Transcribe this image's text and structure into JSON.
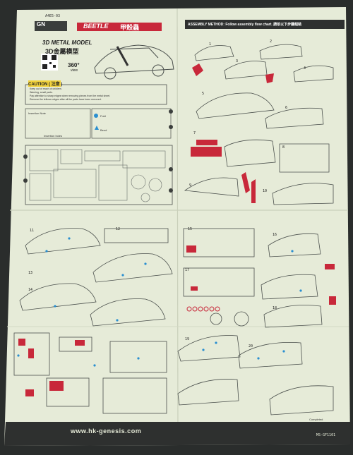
{
  "sheet": {
    "top_code": "A4E5-03",
    "brand": "Beetle",
    "brand_cn": "甲殼蟲",
    "subtitle": "3D METAL MODEL",
    "subtitle_cn": "3D金屬模型",
    "badge": "360°",
    "badge_sub": "view",
    "caution_title": "CAUTION",
    "caution_cn": "注意",
    "caution_lines": [
      "Keep out of reach of children.",
      "Warning, small parts.",
      "Pay attention to sharp edges when removing pieces from the metal sheet.",
      "Remove the leftover edges after all the parts have been removed."
    ],
    "insert_label": "Insertion Note",
    "fold_label": "Fold",
    "bend_label": "Bend",
    "insert_holes_label": "Insertion holes",
    "assembly_method": "ASSEMBLY METHOD: Follow assembly flow chart.",
    "assembly_method_cn": "請依以下步驟組裝",
    "website": "www.hk-genesis.com",
    "completed": "Completed",
    "product_code": "MS-GF1101",
    "step_numbers": [
      "1",
      "2",
      "3",
      "4",
      "5",
      "6",
      "7",
      "8",
      "9",
      "10",
      "11",
      "12",
      "13",
      "14",
      "15",
      "16",
      "17",
      "18",
      "19",
      "20"
    ]
  },
  "colors": {
    "background": "#2a2d2c",
    "paper": "#e6ebd8",
    "ink": "#4a4f4c",
    "red": "#c8283a",
    "blue": "#2a8fd0",
    "header": "#2e302f"
  }
}
